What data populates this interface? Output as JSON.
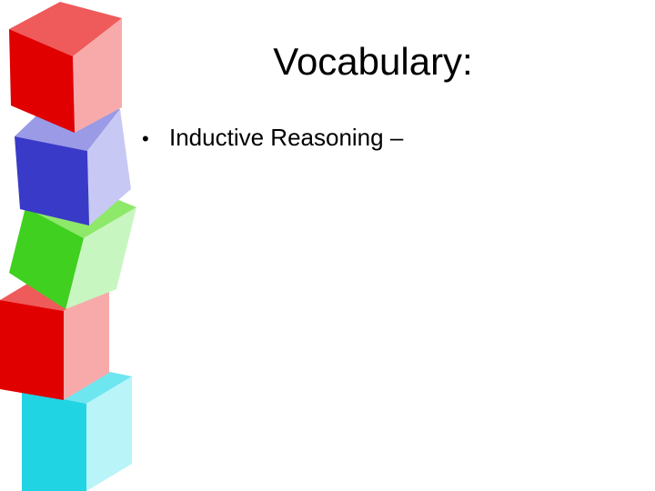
{
  "slide": {
    "title": "Vocabulary:",
    "bullets": [
      {
        "marker": "•",
        "text": "Inductive Reasoning –"
      }
    ]
  },
  "decoration": {
    "icon": "stacked-toy-blocks",
    "colors": {
      "red_front": "#e00000",
      "red_top": "#ef5a5a",
      "red_side": "#f8aaaa",
      "blue_front": "#3a3ac8",
      "blue_top": "#9a9ae6",
      "blue_side": "#c8c8f4",
      "green_front": "#40d020",
      "green_top": "#8ee86a",
      "green_side": "#c8f6c0",
      "cyan_front": "#20d4e4",
      "cyan_top": "#6ee6ef",
      "cyan_side": "#b8f4f8"
    }
  }
}
